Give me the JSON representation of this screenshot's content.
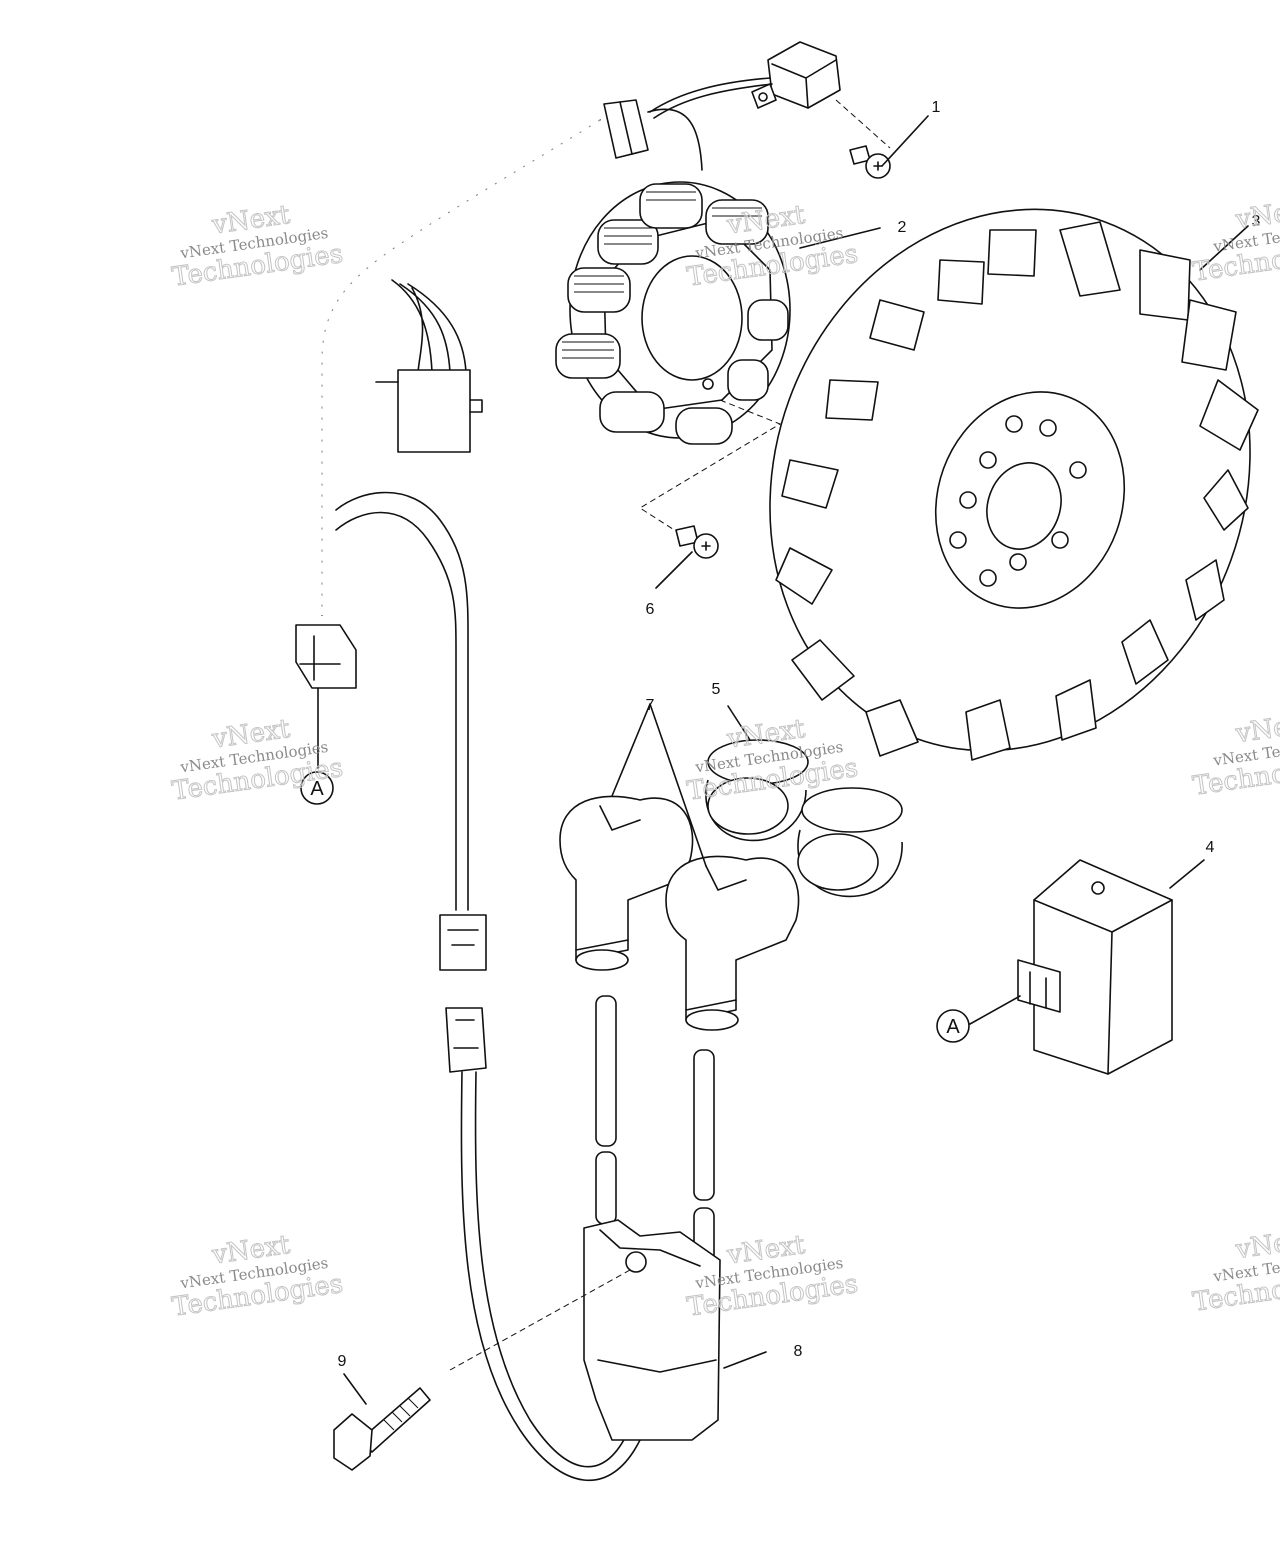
{
  "callouts": [
    {
      "id": "1",
      "label": "1"
    },
    {
      "id": "2",
      "label": "2"
    },
    {
      "id": "3",
      "label": "3"
    },
    {
      "id": "4",
      "label": "4"
    },
    {
      "id": "5",
      "label": "5"
    },
    {
      "id": "6",
      "label": "6"
    },
    {
      "id": "7",
      "label": "7"
    },
    {
      "id": "8",
      "label": "8"
    },
    {
      "id": "9",
      "label": "9"
    }
  ],
  "connection_markers": [
    {
      "id": "A-harness",
      "label": "A"
    },
    {
      "id": "A-module",
      "label": "A"
    }
  ],
  "watermark": {
    "line1": "vNext Technologies",
    "line2": "vNext",
    "line3": "Technologies"
  }
}
